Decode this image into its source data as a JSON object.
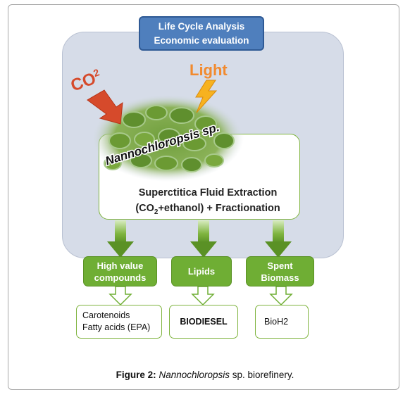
{
  "header": {
    "line1": "Life Cycle Analysis",
    "line2": "Economic evaluation"
  },
  "inputs": {
    "co2_main": "CO",
    "co2_sub": "2",
    "light": "Light"
  },
  "organism": "Nannochloropsis sp.",
  "process": {
    "line1": "Superctitica Fluid Extraction",
    "line2_a": "(CO",
    "line2_sub": "2",
    "line2_b": "+ethanol) + Fractionation"
  },
  "fractions": [
    {
      "line1": "High value",
      "line2": "compounds"
    },
    {
      "line1": "Lipids"
    },
    {
      "line1": "Spent",
      "line2": "Biomass"
    }
  ],
  "products": [
    {
      "line1": "Carotenoids",
      "line2": "Fatty acids (EPA)"
    },
    {
      "line1": "BIODIESEL"
    },
    {
      "line1": "BioH2"
    }
  ],
  "caption": {
    "label": "Figure 2:",
    "species": "Nannochloropsis",
    "rest": "sp. biorefinery."
  },
  "colors": {
    "header_blue": "#4f7fbd",
    "green": "#6fae34",
    "co2_red": "#d64a2b",
    "light_orange": "#f28a2e",
    "panel": "#d6dce8"
  }
}
